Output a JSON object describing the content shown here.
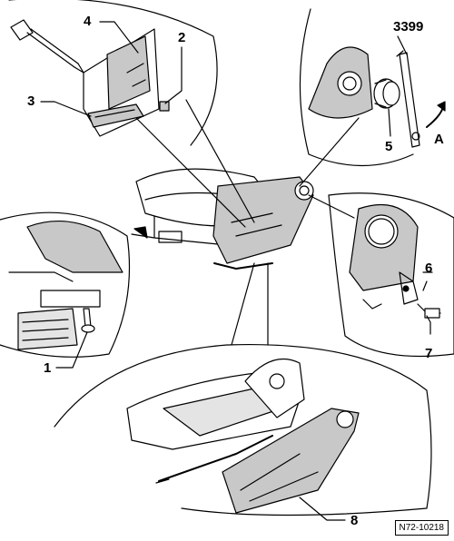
{
  "callouts": {
    "c1": "1",
    "c2": "2",
    "c3": "3",
    "c4": "4",
    "c5": "5",
    "c6": "6",
    "c7": "7",
    "c8": "8",
    "tool": "3399",
    "arrow": "A"
  },
  "reference": "N72-10218",
  "colors": {
    "line": "#000000",
    "shade": "#c8c8c8",
    "panel": "#e4e4e4"
  }
}
